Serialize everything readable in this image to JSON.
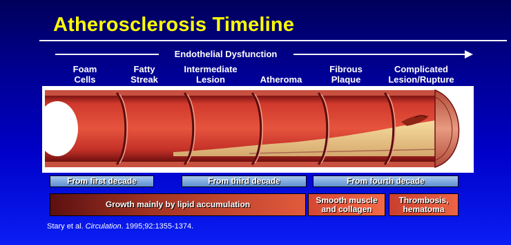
{
  "slide": {
    "title": "Atherosclerosis Timeline",
    "process_label": "Endothelial Dysfunction",
    "stages": [
      {
        "line1": "Foam",
        "line2": "Cells"
      },
      {
        "line1": "Fatty",
        "line2": "Streak"
      },
      {
        "line1": "Intermediate",
        "line2": "Lesion"
      },
      {
        "line1": "",
        "line2": "Atheroma"
      },
      {
        "line1": "Fibrous",
        "line2": "Plaque"
      },
      {
        "line1": "Complicated",
        "line2": "Lesion/Rupture"
      }
    ],
    "decades": [
      "From first decade",
      "From third decade",
      "From fourth decade"
    ],
    "growth": [
      {
        "line1": "Growth mainly by lipid accumulation",
        "line2": ""
      },
      {
        "line1": "Smooth muscle",
        "line2": "and collagen"
      },
      {
        "line1": "Thrombosis,",
        "line2": "hematoma"
      }
    ],
    "citation": {
      "authors": "Stary et al. ",
      "journal": "Circulation",
      "details": ". 1995;92:1355-1374."
    }
  },
  "colors": {
    "title": "#ffff00",
    "background_top": "#00005a",
    "background_bottom": "#0a1ef5",
    "decade_band": "#6f9bd6",
    "growth_lipid_dark": "#5c1010",
    "growth_lipid_light": "#e25a3c",
    "artery_wall": "#c8322a",
    "plaque": "#f0d890"
  }
}
